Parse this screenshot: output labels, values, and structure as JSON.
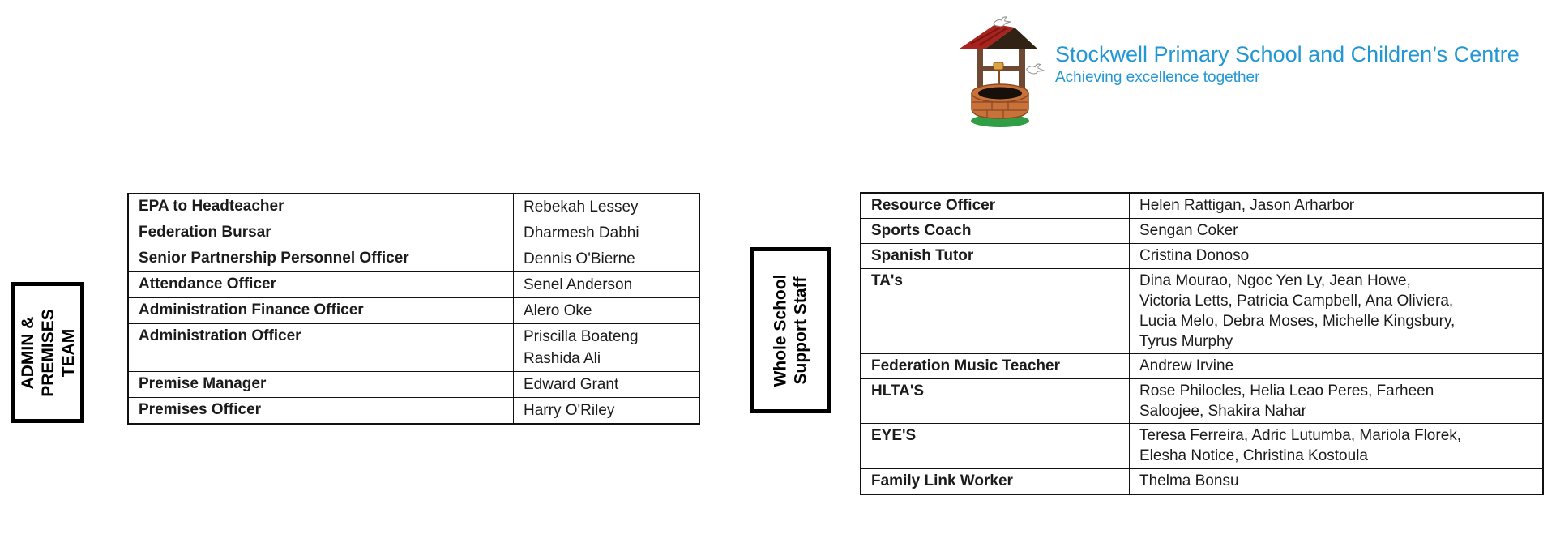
{
  "colors": {
    "title-blue": "#2397d3",
    "text-black": "#1b1b1b",
    "roof-red": "#a8241f",
    "roof-dark": "#312214",
    "wood-brown": "#6f4a33",
    "brick-orange": "#c9713a",
    "brick-line": "#8a4a22",
    "well-opening": "#17100a",
    "grass-green": "#2f9e44",
    "handle-yellow": "#d9a441",
    "dove-outline": "#8f8f8f"
  },
  "logo": {
    "title": "Stockwell Primary School and Children’s Centre",
    "tagline": "Achieving excellence together",
    "icon": "wishing-well-with-doves"
  },
  "admin_premises": {
    "label_lines": [
      "ADMIN &",
      "PREMISES",
      "TEAM"
    ],
    "rows": [
      {
        "role": "EPA to Headteacher",
        "names": "Rebekah Lessey"
      },
      {
        "role": "Federation Bursar",
        "names": "Dharmesh Dabhi"
      },
      {
        "role": "Senior Partnership Personnel Officer",
        "names": "Dennis O'Bierne"
      },
      {
        "role": "Attendance Officer",
        "names": "Senel Anderson"
      },
      {
        "role": "Administration Finance Officer",
        "names": "Alero Oke"
      },
      {
        "role": "Administration Officer",
        "names": "Priscilla Boateng\nRashida Ali"
      },
      {
        "role": "Premise Manager",
        "names": "Edward Grant"
      },
      {
        "role": "Premises Officer",
        "names": "Harry O'Riley"
      }
    ]
  },
  "whole_school": {
    "label_lines": [
      "Whole School",
      "Support Staff"
    ],
    "rows": [
      {
        "role": "Resource Officer",
        "names": "Helen Rattigan, Jason Arharbor"
      },
      {
        "role": "Sports Coach",
        "names": "Sengan Coker"
      },
      {
        "role": "Spanish Tutor",
        "names": "Cristina Donoso"
      },
      {
        "role": "TA's",
        "names": "Dina Mourao, Ngoc Yen Ly, Jean Howe,\nVictoria Letts, Patricia Campbell, Ana Oliviera,\nLucia Melo, Debra Moses, Michelle Kingsbury,\nTyrus Murphy"
      },
      {
        "role": "Federation Music Teacher",
        "names": "Andrew Irvine"
      },
      {
        "role": "HLTA'S",
        "names": "Rose Philocles,  Helia Leao Peres, Farheen\nSaloojee, Shakira Nahar"
      },
      {
        "role": "EYE'S",
        "names": "Teresa Ferreira, Adric Lutumba, Mariola Florek,\nElesha Notice, Christina Kostoula"
      },
      {
        "role": "Family Link Worker",
        "names": "Thelma Bonsu"
      }
    ]
  }
}
